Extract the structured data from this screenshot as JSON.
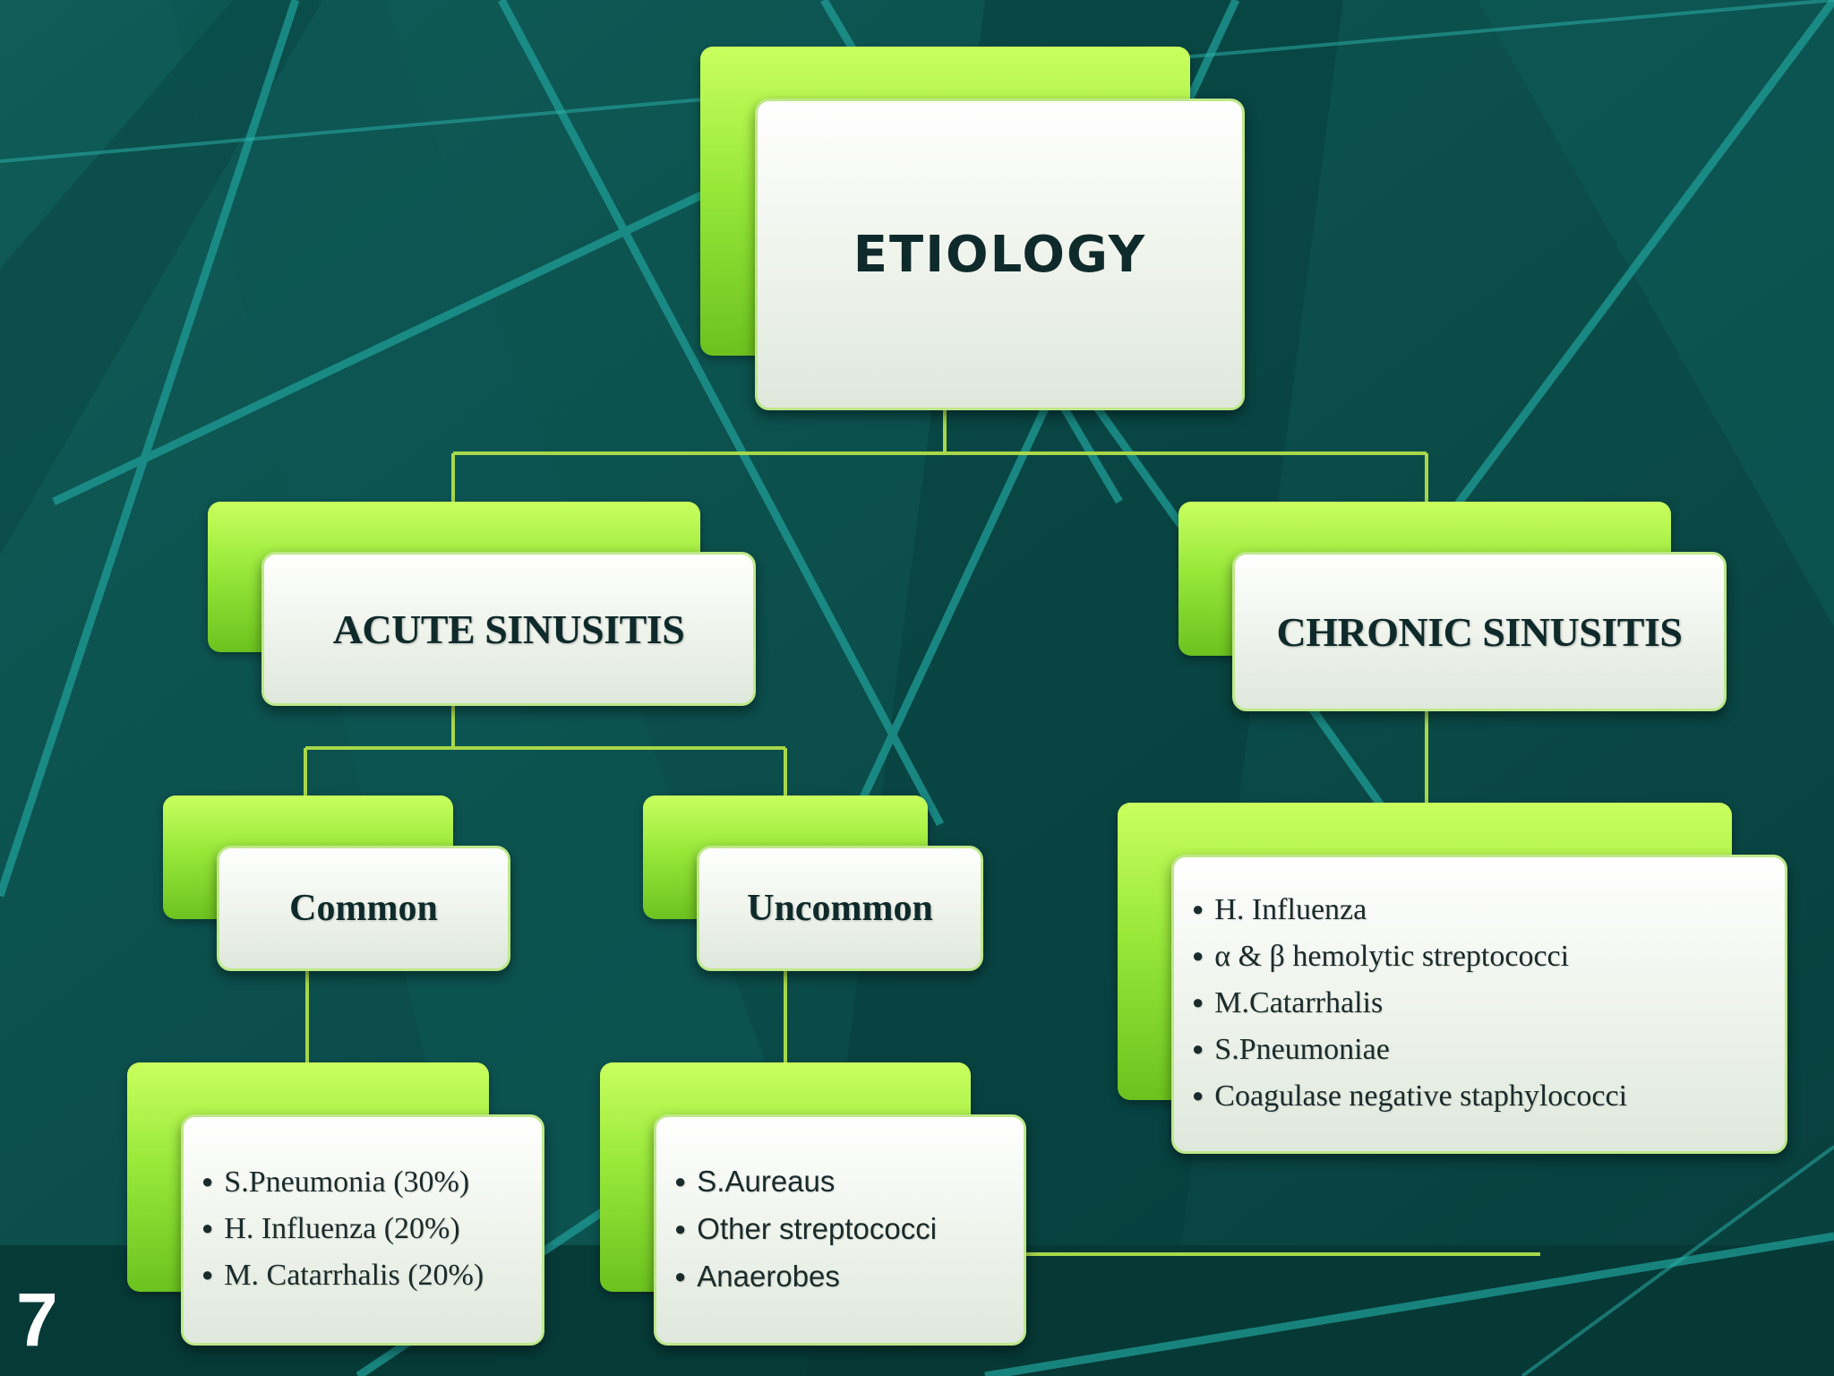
{
  "title": "ETIOLOGY",
  "acute": {
    "label": "ACUTE SINUSITIS",
    "common": {
      "label": "Common",
      "items": [
        "S.Pneumonia (30%)",
        "H. Influenza (20%)",
        "M. Catarrhalis (20%)"
      ]
    },
    "uncommon": {
      "label": "Uncommon",
      "items": [
        "S.Aureaus",
        "Other streptococci",
        "Anaerobes"
      ]
    }
  },
  "chronic": {
    "label": "CHRONIC SINUSITIS",
    "items": [
      "H. Influenza",
      "α  & β  hemolytic streptococci",
      "M.Catarrhalis",
      "S.Pneumoniae",
      "Coagulase negative staphylococci"
    ]
  },
  "slide_number": "7",
  "colors": {
    "background": "#0b4f4c",
    "accent_green": "#9be83a",
    "connector": "#a8d84a"
  }
}
